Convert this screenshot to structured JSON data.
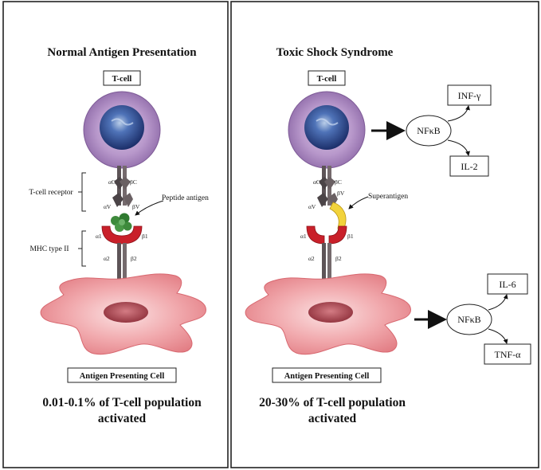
{
  "left_panel": {
    "title": "Normal Antigen Presentation",
    "tcell_label": "T-cell",
    "tcr_label": "T-cell receptor",
    "mhc_label": "MHC type II",
    "antigen_label": "Peptide antigen",
    "chains": {
      "aC": "αC",
      "bC": "βC",
      "aV": "αV",
      "bV": "βV",
      "a1": "α1",
      "b1": "β1",
      "a2": "α2",
      "b2": "β2"
    },
    "apc_label": "Antigen Presenting Cell",
    "stat_line1": "0.01-0.1% of T-cell population",
    "stat_line2": "activated"
  },
  "right_panel": {
    "title": "Toxic Shock Syndrome",
    "tcell_label": "T-cell",
    "superantigen_label": "Superantigen",
    "chains": {
      "aC": "αC",
      "bC": "βC",
      "aV": "αV",
      "bV": "βV",
      "a1": "α1",
      "b1": "β1",
      "a2": "α2",
      "b2": "β2"
    },
    "apc_label": "Antigen Presenting Cell",
    "stat_line1": "20-30% of T-cell population",
    "stat_line2": "activated",
    "tcell_pathway": {
      "hub": "NFκB",
      "out_top": "INF-γ",
      "out_bottom": "IL-2"
    },
    "apc_pathway": {
      "hub": "NFκB",
      "out_top": "IL-6",
      "out_bottom": "TNF-α"
    }
  },
  "colors": {
    "tcell_membrane": "#b79ac9",
    "tcell_nucleus": "#2c4f93",
    "apc_body": "#e98d92",
    "apc_nucleus": "#a8474f",
    "mhc_red": "#c9202a",
    "peptide_green": "#3e8a3c",
    "superantigen_yellow": "#f2d33b",
    "receptor_grey": "#5d5457"
  }
}
